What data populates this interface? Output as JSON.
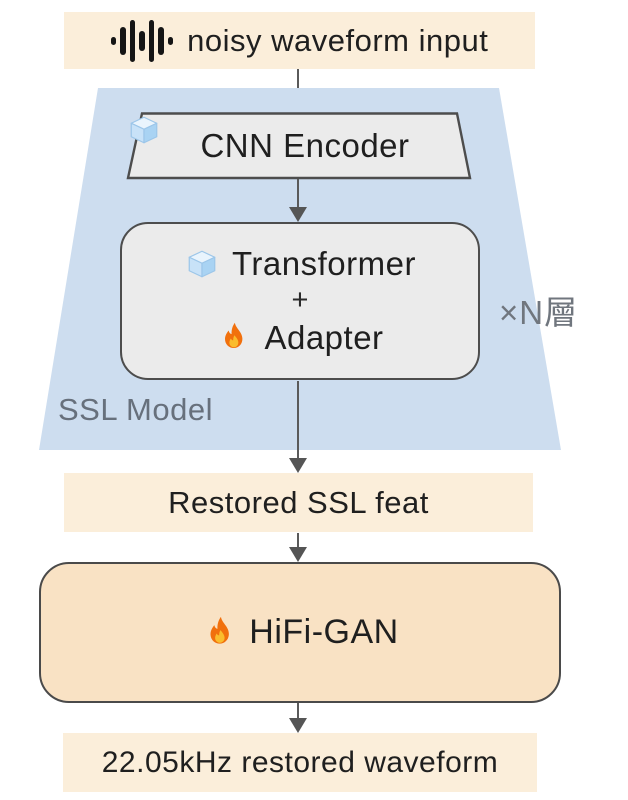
{
  "diagram": {
    "input_bar": {
      "label": "noisy waveform input",
      "icon": "waveform-icon"
    },
    "ssl_model": {
      "label": "SSL Model",
      "repeat_label": "×N層",
      "cnn_encoder": {
        "label": "CNN Encoder",
        "icon": "ice-icon"
      },
      "transformer_block": {
        "line1": "Transformer",
        "line1_icon": "ice-icon",
        "plus": "+",
        "line2": "Adapter",
        "line2_icon": "fire-icon"
      }
    },
    "restored_bar": {
      "label": "Restored SSL feat"
    },
    "hifigan_box": {
      "label": "HiFi-GAN",
      "icon": "fire-icon"
    },
    "output_bar": {
      "label": "22.05kHz restored waveform"
    },
    "colors": {
      "bar_background": "#fbeeda",
      "ssl_background": "#cdddef",
      "block_background": "#ebebeb",
      "hifigan_background": "#f9e2c4",
      "block_border": "#4d4d4d",
      "arrow": "#5a5a5a",
      "muted_text": "#67707c",
      "text": "#1f1f1f"
    }
  }
}
